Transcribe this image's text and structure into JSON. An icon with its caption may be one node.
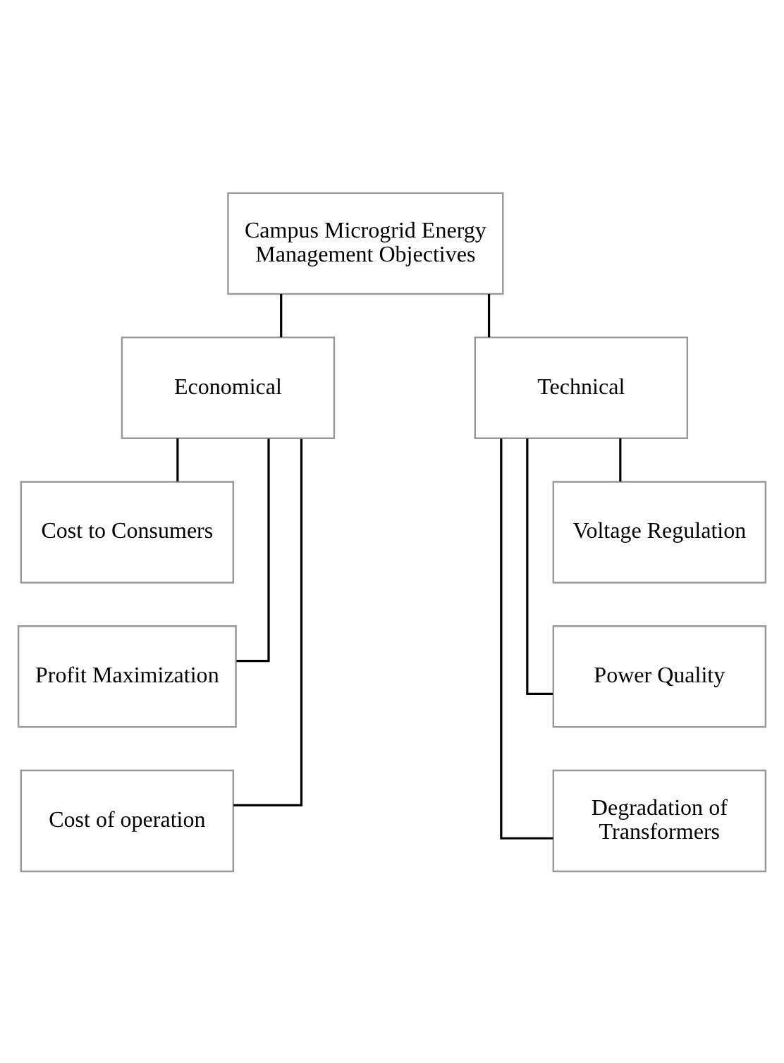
{
  "diagram": {
    "nodes": [
      {
        "text": [
          "Campus Microgrid Energy Management Objectives"
        ]
      },
      {
        "text": [
          "Economical"
        ]
      },
      {
        "text": [
          "Technical"
        ]
      },
      {
        "text": [
          "Cost to Consumers"
        ]
      },
      {
        "text": [
          "Profit Maximization"
        ]
      },
      {
        "text": [
          "Cost of operation"
        ]
      },
      {
        "text": [
          "Voltage Regulation"
        ]
      },
      {
        "text": [
          "Power Quality"
        ]
      },
      {
        "text": [
          "Degradation of Transformers"
        ]
      }
    ],
    "edges": [
      {
        "from": 0,
        "to": 1,
        "arrow": "none"
      },
      {
        "from": 0,
        "to": 2,
        "arrow": "none"
      },
      {
        "from": 1,
        "to": 3,
        "arrow": "none"
      },
      {
        "from": 1,
        "to": 4,
        "arrow": "none"
      },
      {
        "from": 1,
        "to": 5,
        "arrow": "none"
      },
      {
        "from": 2,
        "to": 6,
        "arrow": "none"
      },
      {
        "from": 2,
        "to": 7,
        "arrow": "none"
      },
      {
        "from": 2,
        "to": 8,
        "arrow": "none"
      }
    ]
  }
}
